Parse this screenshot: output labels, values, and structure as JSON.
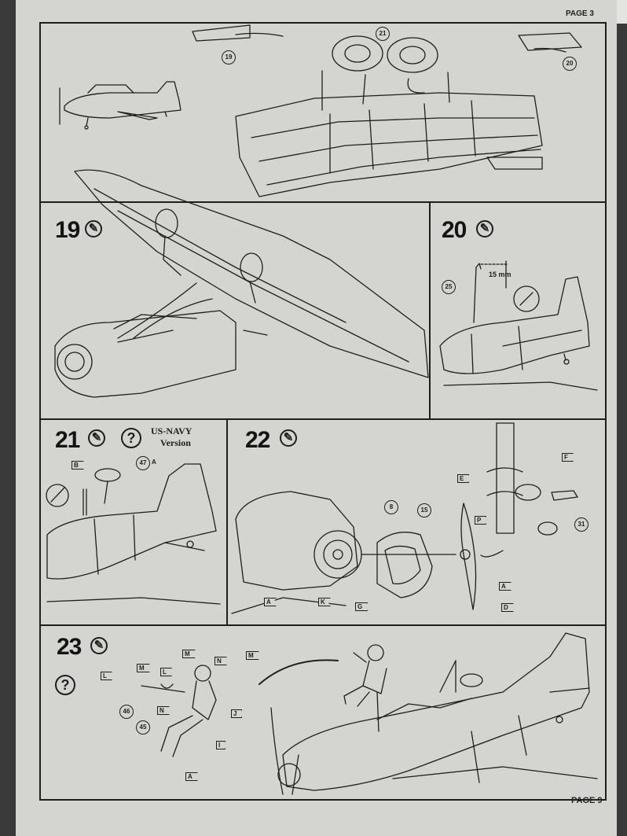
{
  "page": {
    "header_label": "PAGE 3",
    "footer_label": "PAGE 9"
  },
  "top_panel": {
    "parts": [
      "19",
      "21",
      "20"
    ]
  },
  "steps": [
    {
      "number": "19",
      "icons": [
        "glue-icon"
      ]
    },
    {
      "number": "20",
      "icons": [
        "glue-icon"
      ],
      "parts": [
        "25"
      ],
      "dimension": "15 mm"
    },
    {
      "number": "21",
      "icons": [
        "glue-icon",
        "question-icon"
      ],
      "note_line1": "US-NAVY",
      "note_line2": "Version",
      "parts": [
        "47"
      ],
      "part_suffix": "A",
      "letters": [
        "B"
      ]
    },
    {
      "number": "22",
      "icons": [
        "glue-icon"
      ],
      "parts": [
        "8",
        "15",
        "31"
      ],
      "letters": [
        "F",
        "E",
        "P",
        "A",
        "K",
        "G",
        "A",
        "D"
      ]
    },
    {
      "number": "23",
      "icons": [
        "glue-icon",
        "question-icon"
      ],
      "parts": [
        "46",
        "45"
      ],
      "letters": [
        "M",
        "N",
        "M",
        "L",
        "M",
        "L",
        "N",
        "J",
        "I",
        "A"
      ]
    }
  ],
  "icon_glyphs": {
    "question": "?",
    "glue": "✎"
  },
  "colors": {
    "paper": "#d4d4d0",
    "ink": "#1e1e1e",
    "background": "#3a3a3a"
  }
}
